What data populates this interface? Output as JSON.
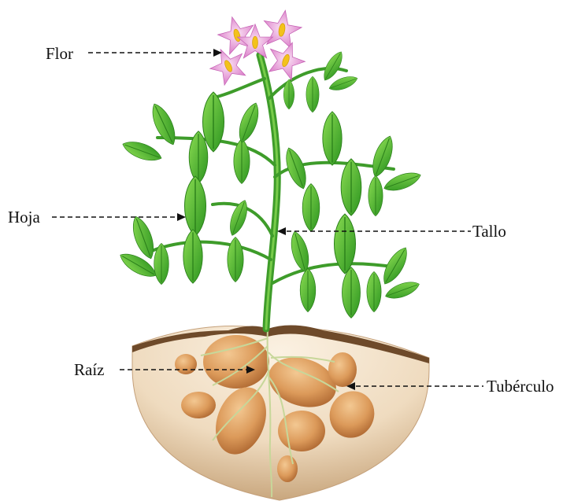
{
  "labels": {
    "flower": "Flor",
    "leaf": "Hoja",
    "stem": "Tallo",
    "root": "Raíz",
    "tuber": "Tubérculo"
  },
  "colors": {
    "soil_light": "#f4e4cc",
    "soil_dark": "#c9a77e",
    "topsoil": "#6e4a2a",
    "tuber_light": "#e9b27a",
    "tuber_dark": "#b8743d",
    "leaf_light": "#7fd24a",
    "leaf_dark": "#2f9a1e",
    "stem": "#3e9c2a",
    "flower_petal": "#e9a0d8",
    "flower_center": "#f3c21b",
    "leader_line": "#111111"
  }
}
